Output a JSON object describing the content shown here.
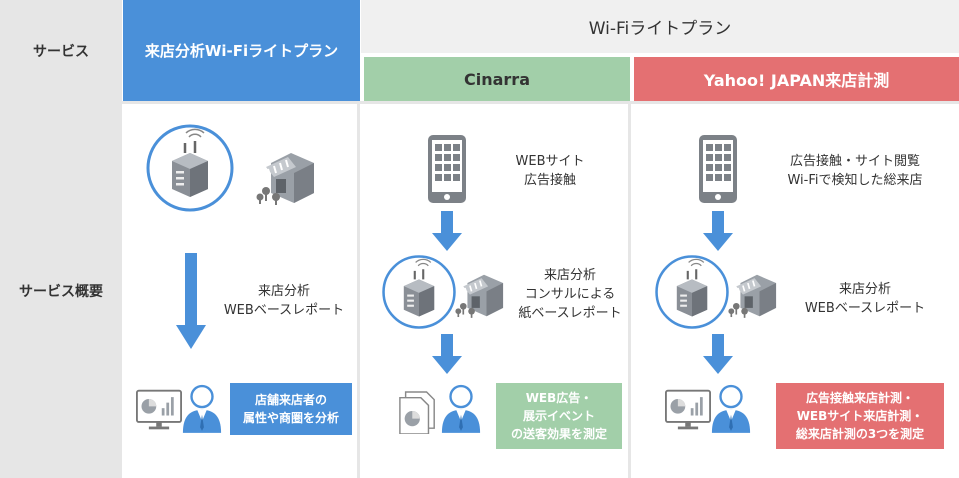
{
  "header": {
    "service_label": "サービス",
    "col1_title": "来店分析Wi-Fiライトプラン",
    "group_title": "Wi-Fiライトプラン",
    "col2_title": "Cinarra",
    "col3_title": "Yahoo! JAPAN来店計測"
  },
  "body": {
    "overview_label": "サービス概要",
    "col1": {
      "report_text": "来店分析\nWEBベースレポート",
      "badge_text": "店舗来店者の\n属性や商圏を分析"
    },
    "col2": {
      "top_text": "WEBサイト\n広告接触",
      "mid_text": "来店分析\nコンサルによる\n紙ベースレポート",
      "badge_text": "WEB広告・\n展示イベント\nの送客効果を測定"
    },
    "col3": {
      "top_text": "広告接触・サイト閲覧\nWi-Fiで検知した総来店",
      "mid_text": "来店分析\nWEBベースレポート",
      "badge_text": "広告接触来店計測・\nWEBサイト来店計測・\n総来店計測の3つを測定"
    }
  },
  "colors": {
    "blue": "#4a90d9",
    "green": "#a2cfa9",
    "red": "#e47072",
    "gray": "#e6e6e6"
  }
}
